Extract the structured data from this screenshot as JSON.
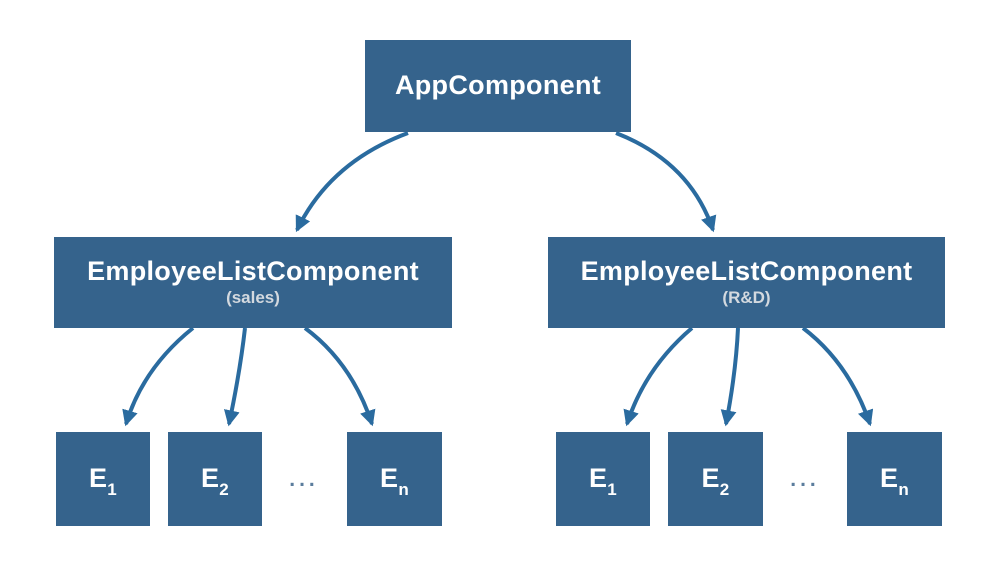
{
  "colors": {
    "node_fill": "#35638c",
    "arrow": "#2a6b9f",
    "title_text": "#ffffff",
    "subtitle_text": "#d3d9df",
    "ellipsis": "#5b7d9d",
    "background": "#ffffff"
  },
  "nodes": {
    "app": {
      "title": "AppComponent"
    },
    "sales_list": {
      "title": "EmployeeListComponent",
      "subtitle": "(sales)"
    },
    "rd_list": {
      "title": "EmployeeListComponent",
      "subtitle": "(R&D)"
    }
  },
  "sales_employees": [
    {
      "base": "E",
      "sub": "1"
    },
    {
      "base": "E",
      "sub": "2"
    },
    {
      "base": "E",
      "sub": "n"
    }
  ],
  "rd_employees": [
    {
      "base": "E",
      "sub": "1"
    },
    {
      "base": "E",
      "sub": "2"
    },
    {
      "base": "E",
      "sub": "n"
    }
  ],
  "sales_ellipsis": "...",
  "rd_ellipsis": "...",
  "edges": [
    {
      "from": "AppComponent",
      "to": "EmployeeListComponent (sales)"
    },
    {
      "from": "AppComponent",
      "to": "EmployeeListComponent (R&D)"
    },
    {
      "from": "EmployeeListComponent (sales)",
      "to": "E1"
    },
    {
      "from": "EmployeeListComponent (sales)",
      "to": "E2"
    },
    {
      "from": "EmployeeListComponent (sales)",
      "to": "En"
    },
    {
      "from": "EmployeeListComponent (R&D)",
      "to": "E1"
    },
    {
      "from": "EmployeeListComponent (R&D)",
      "to": "E2"
    },
    {
      "from": "EmployeeListComponent (R&D)",
      "to": "En"
    }
  ]
}
